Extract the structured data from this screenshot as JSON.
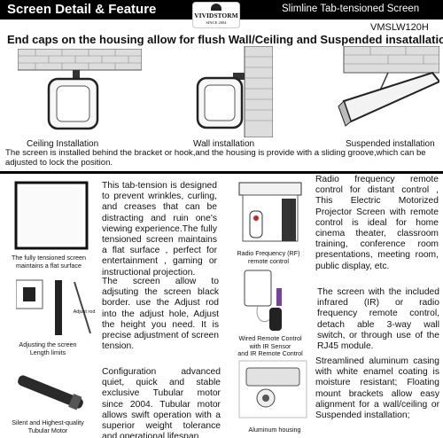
{
  "header": {
    "title": "Screen Detail & Feature",
    "right_title": "Slimline Tab-tensioned Screen",
    "model": "VMSLW120H"
  },
  "logo": {
    "brand": "VIVIDSTORM",
    "since": "SINCE 2004"
  },
  "headline": "End caps on the housing allow for flush Wall/Ceiling and Suspended insatallation",
  "installs": [
    {
      "caption": "Ceiling Installation"
    },
    {
      "caption": "Wall installation"
    },
    {
      "caption": "Suspended installation"
    }
  ],
  "install_note": "The screen is installed behind the bracket or hook,and the housing is provide with a sliding groove,which can be adjusted to lock the position.",
  "features": [
    {
      "caption_lines": [
        "The fully tensioned screen",
        "maintains a flat surface"
      ],
      "text": "This tab-tension is designed to prevent wrinkles, curling, and creases that can be distracting and ruin one's viewing experience.The fully tensioned screen maintains a flat surface , perfect for entertainment , gaming or instructional projection."
    },
    {
      "caption_lines": [
        "Radio Frequency (RF)",
        "remote control"
      ],
      "text": "Radio frequency remote control for distant control , This Electric Motorized Projector Screen with remote control is ideal for home cinema theater, classroom training, conference room presentations, meeting room, public display, etc."
    },
    {
      "caption_lines": [
        "Adjusting the screen",
        "Length limits"
      ],
      "label": "Adjust rod",
      "text": "The screen allow to adjsuting the screen black border. use the Adjust rod into the adjust hole, Adjust the height you need. It is precise adjustment of screen tension."
    },
    {
      "caption_lines": [
        "Wired Remote Control",
        "with IR Sensor",
        "and IR Remote Control"
      ],
      "text": "The screen with the included infrared (IR) or radio frequency remote control, detach able 3-way wall switch, or through use of the RJ45 module."
    },
    {
      "caption_lines": [
        "Silent and Highest-quality",
        "Tubular Motor"
      ],
      "text": "Configuration advanced quiet, quick and stable exclusive Tubular motor since 2004. Tubular motor allows swift operation with a superior weight tolerance and operational lifespan."
    },
    {
      "caption_lines": [
        "Aluminum housing"
      ],
      "text": "Streamlined aluminum casing with white enamel coating is moisture resistant; Floating mount brackets allow easy alignment for a wall/ceiling or Suspended installation;"
    }
  ]
}
